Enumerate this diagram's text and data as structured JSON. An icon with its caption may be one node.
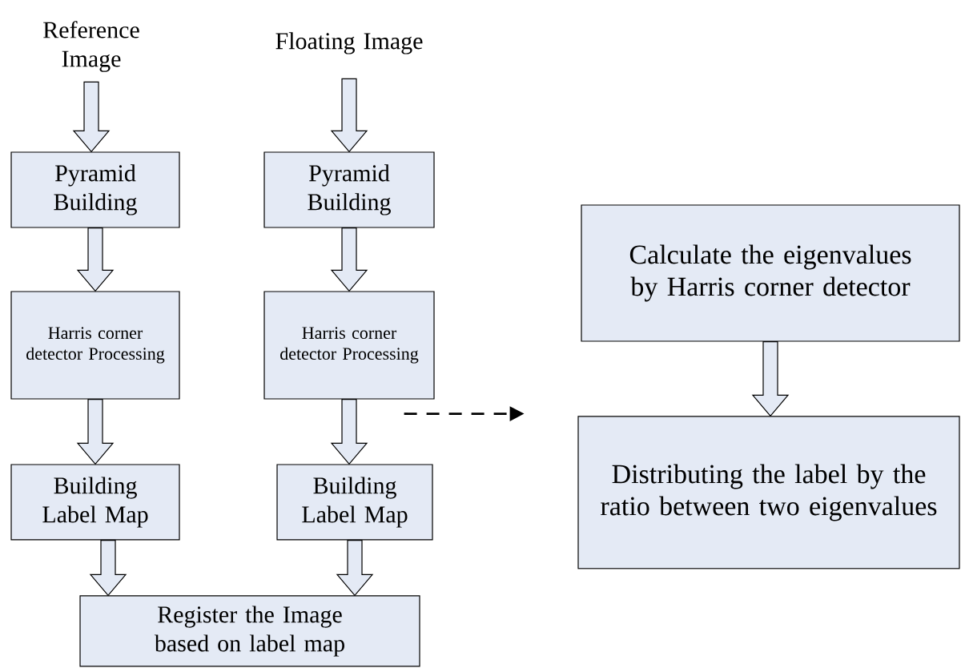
{
  "diagram": {
    "nodes": [
      {
        "text": [
          "Reference Image"
        ]
      },
      {
        "text": [
          "Floating Image"
        ]
      },
      {
        "text": [
          "Pyramid Building"
        ]
      },
      {
        "text": [
          "Pyramid Building"
        ]
      },
      {
        "text": [
          "Harris corner detector Processing"
        ]
      },
      {
        "text": [
          "Harris corner detector Processing"
        ]
      },
      {
        "text": [
          "Building Label Map"
        ]
      },
      {
        "text": [
          "Building Label Map"
        ]
      },
      {
        "text": [
          "Register the Image based on label map"
        ]
      },
      {
        "text": [
          "Calculate the eigenvalues by Harris corner detector"
        ]
      },
      {
        "text": [
          "Distributing the label by the ratio between  two eigenvalues"
        ]
      }
    ],
    "edges": [
      {
        "from": 0,
        "to": 2,
        "arrow": "to"
      },
      {
        "from": 1,
        "to": 3,
        "arrow": "to"
      },
      {
        "from": 2,
        "to": 4,
        "arrow": "to"
      },
      {
        "from": 3,
        "to": 5,
        "arrow": "to"
      },
      {
        "from": 4,
        "to": 6,
        "arrow": "to"
      },
      {
        "from": 5,
        "to": 7,
        "arrow": "to"
      },
      {
        "from": 6,
        "to": 8,
        "arrow": "to"
      },
      {
        "from": 7,
        "to": 8,
        "arrow": "to"
      },
      {
        "from": 9,
        "to": 10,
        "arrow": "to"
      },
      {
        "from": 5,
        "to": null,
        "arrow": "to",
        "style": "dashed"
      }
    ]
  }
}
